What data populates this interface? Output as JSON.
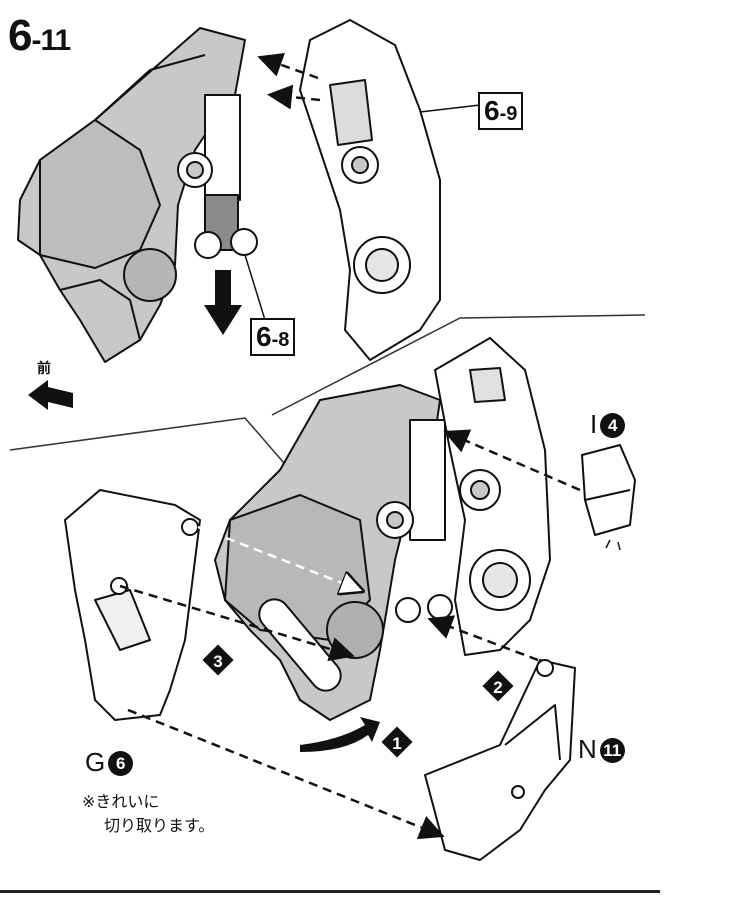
{
  "step": {
    "major": "6",
    "minor": "-11"
  },
  "refs": {
    "ref_a": {
      "major": "6",
      "minor": "-9"
    },
    "ref_b": {
      "major": "6",
      "minor": "-8"
    }
  },
  "front_label": "前",
  "parts": {
    "i": {
      "letter": "I",
      "number": "4"
    },
    "g": {
      "letter": "G",
      "number": "6"
    },
    "n": {
      "letter": "N",
      "number": "11"
    }
  },
  "order_markers": [
    "1",
    "2",
    "3"
  ],
  "note": {
    "line1": "※きれいに",
    "line2": "切り取ります。"
  },
  "colors": {
    "ink": "#111111",
    "shade": "#c8c8c8",
    "dark_shade": "#8a8a8a",
    "paper": "#ffffff"
  }
}
